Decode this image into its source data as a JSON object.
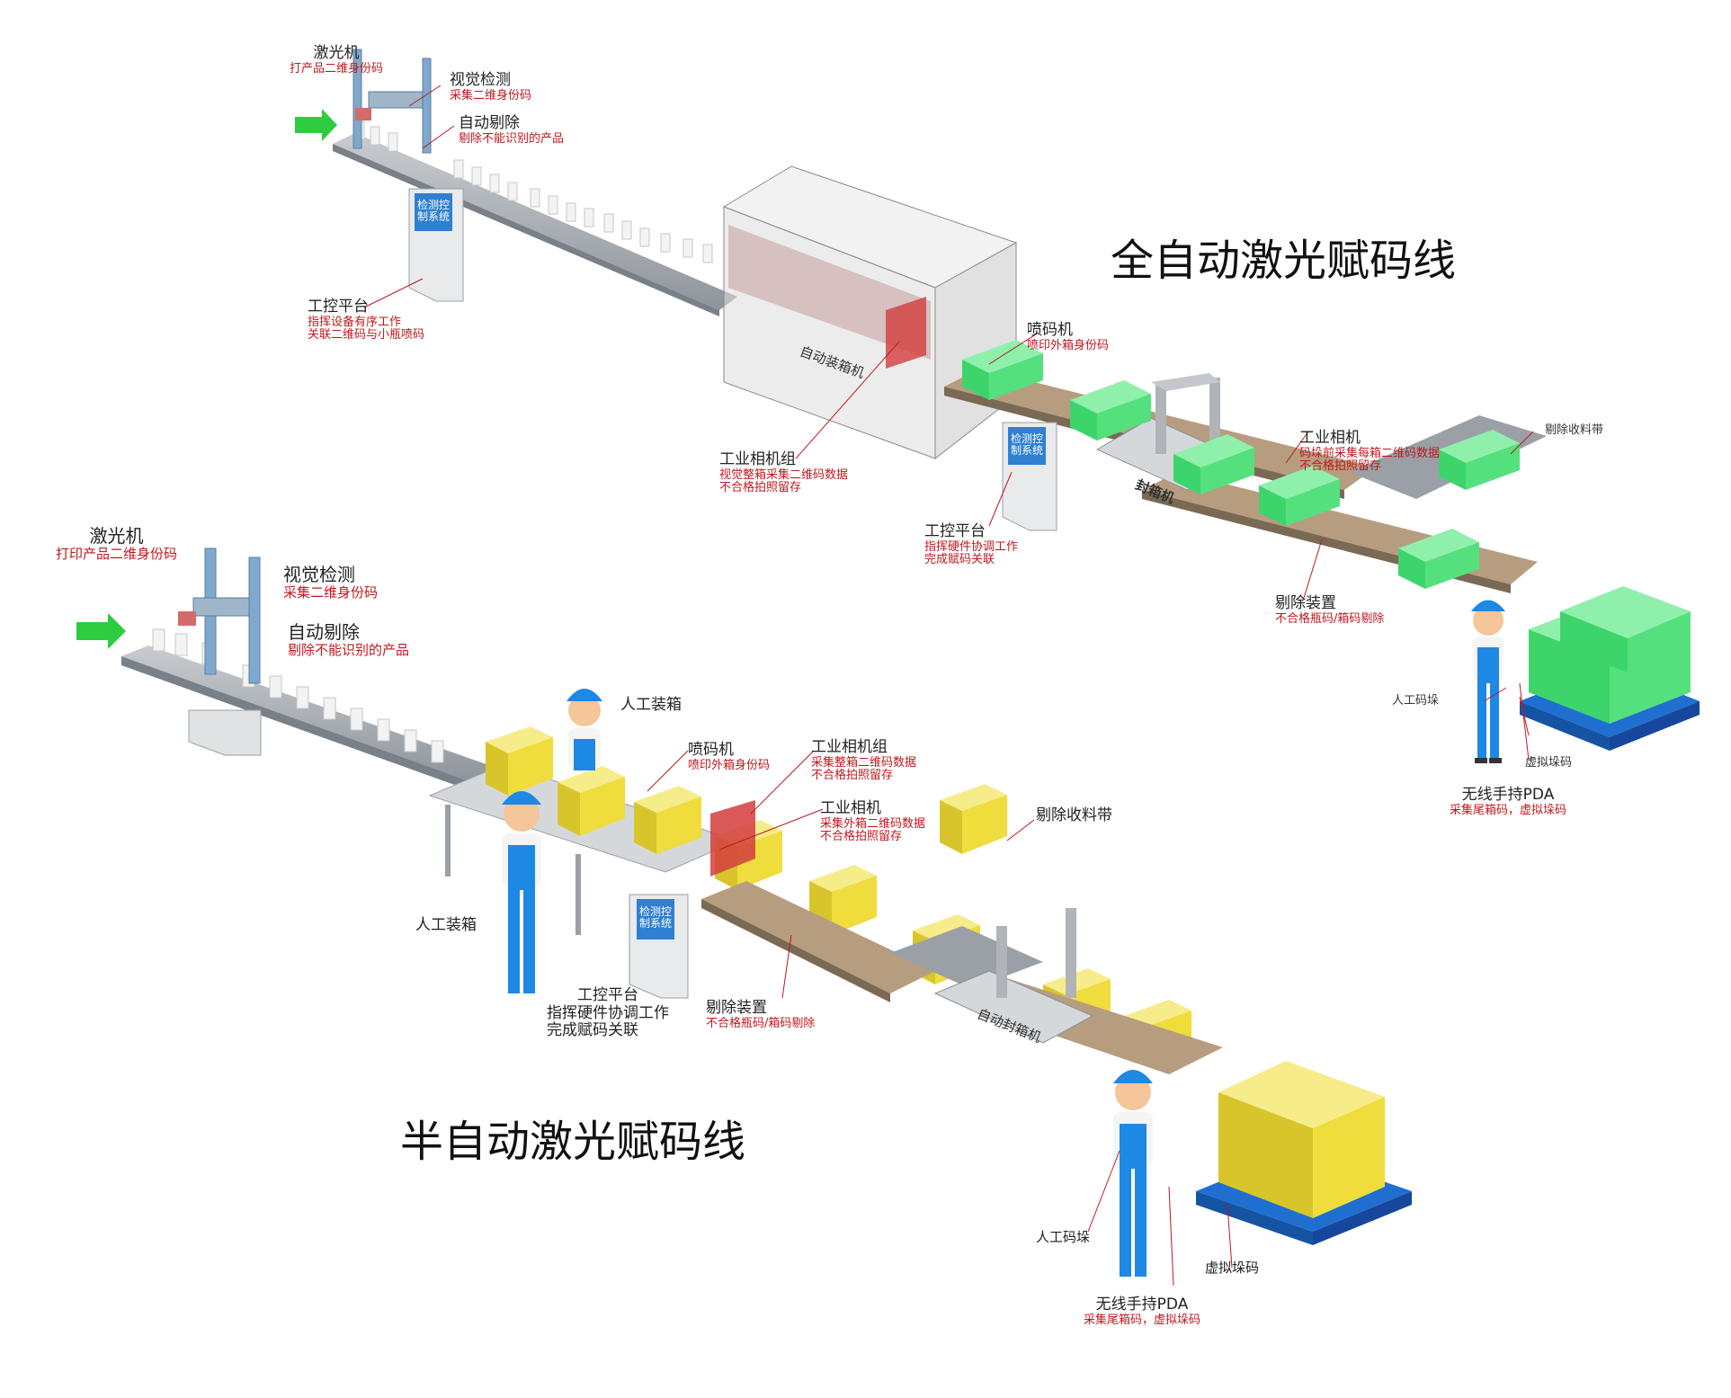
{
  "titles": {
    "full": "全自动激光赋码线",
    "semi": "半自动激光赋码线"
  },
  "colors": {
    "label_red": "#c0181e",
    "case_green": "#4ee07e",
    "case_yellow": "#f0dc3c",
    "pallet_blue": "#1f6fd1",
    "conveyor_gray": "#8f959c",
    "screen_blue": "#2f7fd3",
    "arrow_green": "#2ecc40"
  },
  "full_line": {
    "laser": {
      "name": "激光机",
      "desc": "打产品二维身份码"
    },
    "vision": {
      "name": "视觉检测",
      "desc": "采集二维身份码"
    },
    "reject": {
      "name": "自动剔除",
      "desc": "剔除不能识别的产品"
    },
    "control": {
      "name": "工控平台",
      "desc1": "指挥设备有序工作",
      "desc2": "关联二维码与小瓶喷码"
    },
    "screen_text": "检测控制系统",
    "case_packer": "自动装箱机",
    "camera_group": {
      "name": "工业相机组",
      "desc1": "视觉整箱采集二维码数据",
      "desc2": "不合格拍照留存"
    },
    "inkjet": {
      "name": "喷码机",
      "desc": "喷印外箱身份码"
    },
    "control2": {
      "name": "工控平台",
      "desc1": "指挥硬件协调工作",
      "desc2": "完成赋码关联"
    },
    "sealer": "封箱机",
    "camera": {
      "name": "工业相机",
      "desc1": "码垛前采集每箱二维码数据",
      "desc2": "不合格拍照留存"
    },
    "reject_belt": "剔除收料带",
    "reject_device": {
      "name": "剔除装置",
      "desc": "不合格瓶码/箱码剔除"
    },
    "manual_stack": "人工码垛",
    "virtual_stack": "虚拟垛码",
    "pda": {
      "name": "无线手持PDA",
      "desc": "采集尾箱码，虚拟垛码"
    }
  },
  "semi_line": {
    "laser": {
      "name": "激光机",
      "desc": "打印产品二维身份码"
    },
    "vision": {
      "name": "视觉检测",
      "desc": "采集二维身份码"
    },
    "reject": {
      "name": "自动剔除",
      "desc": "剔除不能识别的产品"
    },
    "manual_pack_1": "人工装箱",
    "manual_pack_2": "人工装箱",
    "inkjet": {
      "name": "喷码机",
      "desc": "喷印外箱身份码"
    },
    "camera_group": {
      "name": "工业相机组",
      "desc1": "采集整箱二维码数据",
      "desc2": "不合格拍照留存"
    },
    "camera": {
      "name": "工业相机",
      "desc1": "采集外箱二维码数据",
      "desc2": "不合格拍照留存"
    },
    "reject_belt": "剔除收料带",
    "control": {
      "name": "工控平台",
      "desc1": "指挥硬件协调工作",
      "desc2": "完成赋码关联"
    },
    "screen_text": "检测控制系统",
    "reject_device": {
      "name": "剔除装置",
      "desc": "不合格瓶码/箱码剔除"
    },
    "sealer": "自动封箱机",
    "manual_stack": "人工码垛",
    "virtual_stack": "虚拟垛码",
    "pda": {
      "name": "无线手持PDA",
      "desc": "采集尾箱码，虚拟垛码"
    }
  }
}
